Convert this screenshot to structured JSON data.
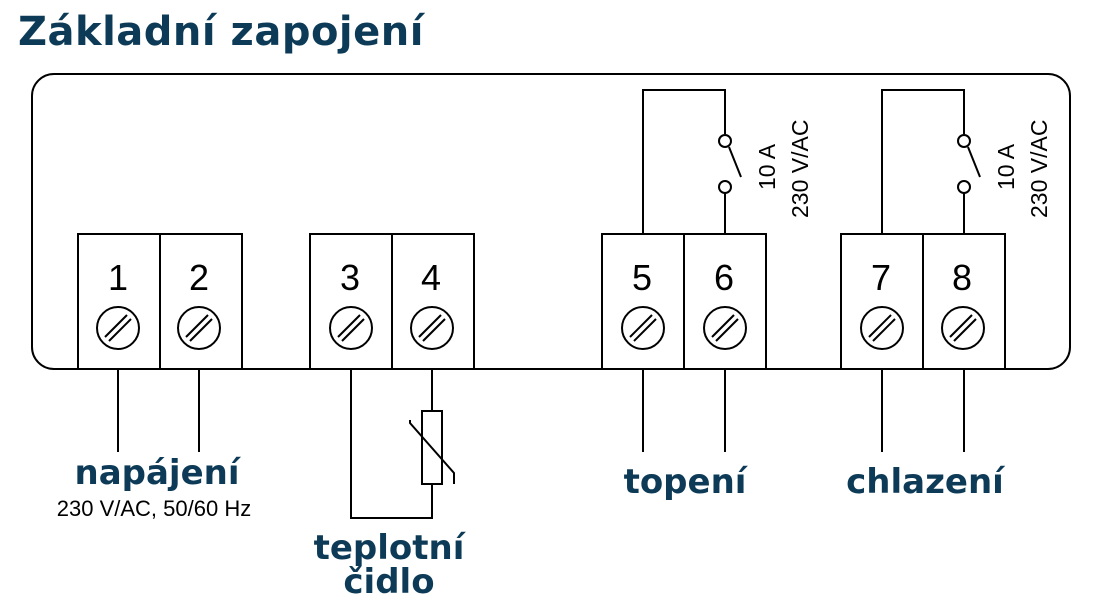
{
  "title": "Základní zapojení",
  "terminals": [
    "1",
    "2",
    "3",
    "4",
    "5",
    "6",
    "7",
    "8"
  ],
  "relays": [
    {
      "current": "10 A",
      "voltage": "230 V/AC"
    },
    {
      "current": "10 A",
      "voltage": "230 V/AC"
    }
  ],
  "groups": {
    "power": {
      "label": "napájení",
      "spec": "230 V/AC, 50/60 Hz"
    },
    "sensor": {
      "label_line1": "teplotní",
      "label_line2": "čidlo"
    },
    "heating": {
      "label": "topení"
    },
    "cooling": {
      "label": "chlazení"
    }
  },
  "colors": {
    "label": "#0d3b57",
    "line": "#000000"
  }
}
